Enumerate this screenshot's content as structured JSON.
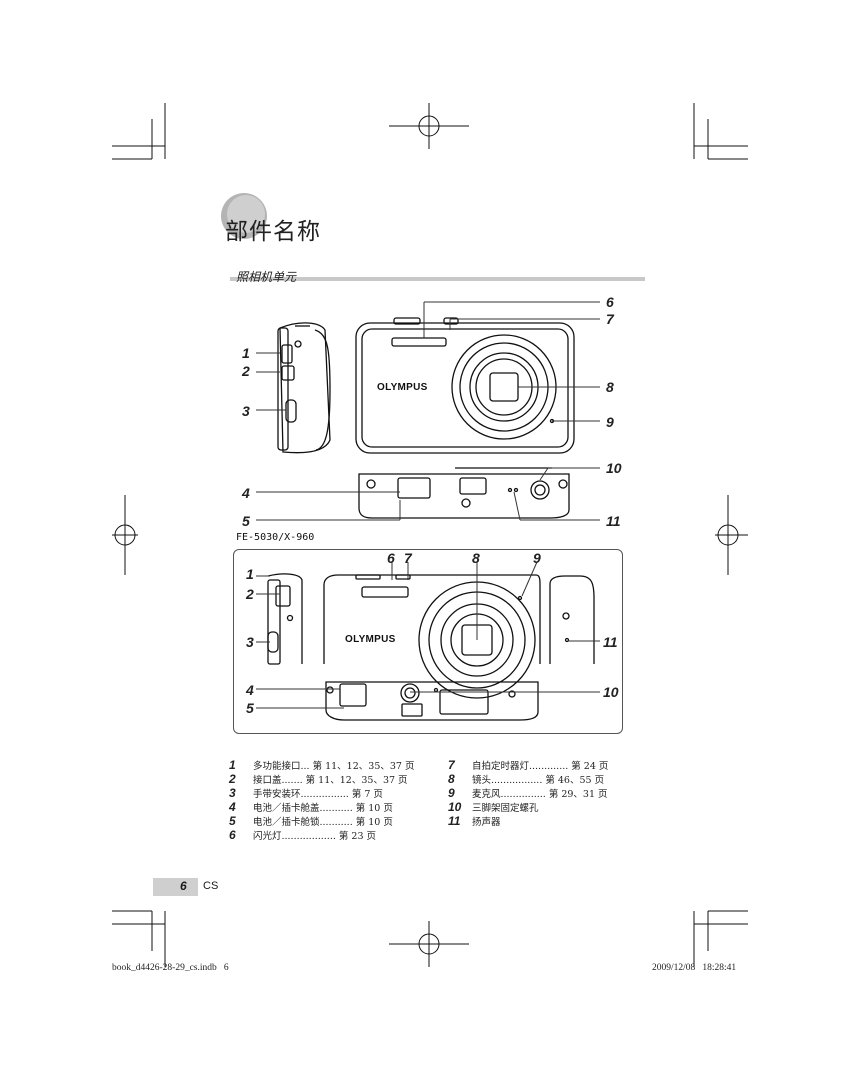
{
  "header": {
    "title": "部件名称",
    "subtitle": "照相机单元"
  },
  "figure": {
    "brand": "OLYMPUS",
    "model_label": "FE-5030/X-960",
    "top_callouts": [
      "1",
      "2",
      "3",
      "4",
      "5",
      "6",
      "7",
      "8",
      "9",
      "10",
      "11"
    ],
    "box_callouts": [
      "1",
      "2",
      "3",
      "4",
      "5",
      "6",
      "7",
      "8",
      "9",
      "10",
      "11"
    ]
  },
  "parts": {
    "left": [
      {
        "num": "1",
        "text": "多功能接口... 第 11、12、35、37 页"
      },
      {
        "num": "2",
        "text": "接口盖....... 第 11、12、35、37 页"
      },
      {
        "num": "3",
        "text": "手带安装环................ 第 7 页"
      },
      {
        "num": "4",
        "text": "电池／插卡舱盖........... 第 10 页"
      },
      {
        "num": "5",
        "text": "电池／插卡舱锁........... 第 10 页"
      },
      {
        "num": "6",
        "text": "闪光灯.................. 第 23 页"
      }
    ],
    "right": [
      {
        "num": "7",
        "text": "自拍定时器灯............. 第 24 页"
      },
      {
        "num": "8",
        "text": "镜头................. 第 46、55 页"
      },
      {
        "num": "9",
        "text": "麦克风............... 第 29、31 页"
      },
      {
        "num": "10",
        "text": "三脚架固定螺孔"
      },
      {
        "num": "11",
        "text": "扬声器"
      }
    ]
  },
  "page": {
    "number": "6",
    "lang": "CS"
  },
  "footer": {
    "file": "book_d4426-28-29_cs.indb   6",
    "timestamp": "2009/12/08   18:28:41"
  }
}
